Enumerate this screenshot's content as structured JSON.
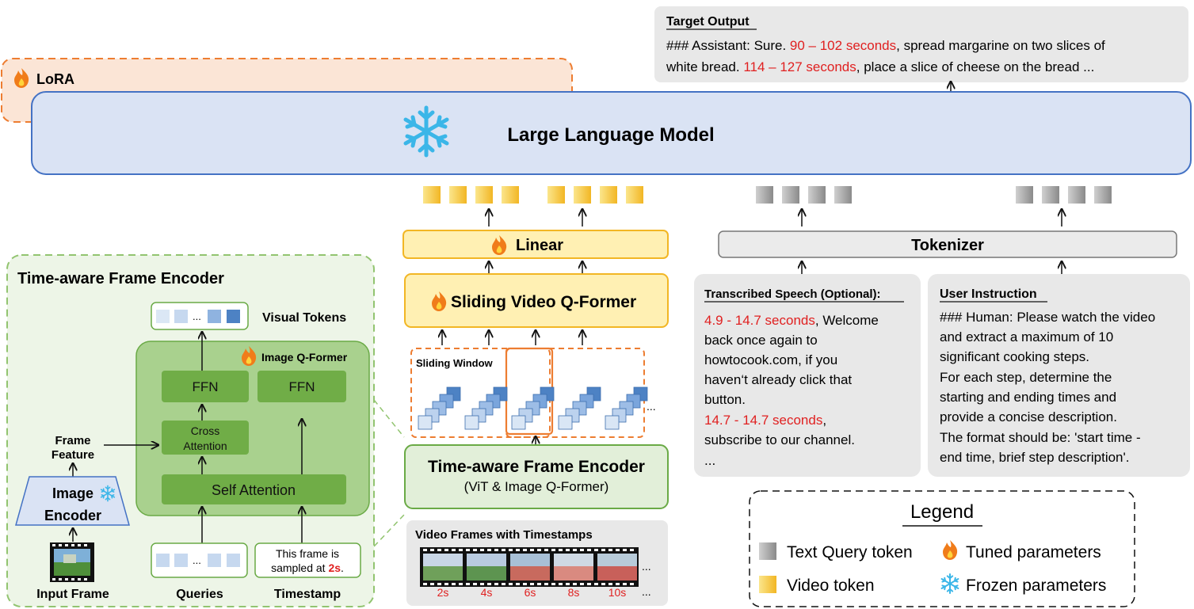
{
  "target_output": {
    "label": "Target Output",
    "prefix": "### Assistant: Sure. ",
    "seg1_time": "90 – 102 seconds",
    "seg1_text": ", spread margarine on two slices of white bread. ",
    "seg2_time": "114 – 127 seconds",
    "seg2_text": ",  place a slice of cheese on the bread ..."
  },
  "lora_label": "LoRA",
  "llm_label": "Large Language Model",
  "linear_label": "Linear",
  "sliding_qformer_label": "Sliding Video Q-Former",
  "sliding_window_label": "Sliding Window",
  "ellipsis": "...",
  "tafe_main": {
    "title": "Time-aware Frame Encoder",
    "subtitle": "(ViT & Image Q-Former)"
  },
  "video_frames": {
    "label": "Video Frames with Timestamps",
    "timestamps": [
      "2s",
      "4s",
      "6s",
      "8s",
      "10s"
    ]
  },
  "tokenizer_label": "Tokenizer",
  "transcribed_speech": {
    "label": "Transcribed Speech (Optional):",
    "seg1_time": "4.9 - 14.7 seconds",
    "seg1_text": ", Welcome back once again to howtocook.com, if you haven‘t already click that button.",
    "seg2_time": "14.7 - 14.7 seconds",
    "seg2_text": ",",
    "seg2_tail": "subscribe to our channel.",
    "tail": "..."
  },
  "user_instruction": {
    "label": "User Instruction",
    "lines": [
      "### Human: Please watch the video",
      "and extract a maximum of 10",
      "significant cooking steps.",
      "For each step, determine the",
      "starting and ending times and",
      "provide a concise description.",
      "The format should be: 'start time -",
      "end time, brief step description'."
    ]
  },
  "legend": {
    "title": "Legend",
    "text_query": "Text Query token",
    "video_token": "Video token",
    "tuned": "Tuned parameters",
    "frozen": "Frozen parameters"
  },
  "tafe_detail": {
    "title": "Time-aware Frame Encoder",
    "visual_tokens": "Visual Tokens",
    "image_qformer": "Image Q-Former",
    "ffn": "FFN",
    "cross_attention_1": "Cross",
    "cross_attention_2": "Attention",
    "self_attention": "Self Attention",
    "frame_feature_1": "Frame",
    "frame_feature_2": "Feature",
    "image_encoder_1": "Image",
    "image_encoder_2": "Encoder",
    "input_frame": "Input Frame",
    "queries": "Queries",
    "timestamp": "Timestamp",
    "timestamp_text_1": "This frame is",
    "timestamp_text_2": "sampled at ",
    "timestamp_value": "2s",
    "timestamp_suffix": "."
  },
  "colors": {
    "llm_fill": "#dae3f4",
    "llm_border": "#4472c4",
    "lora_fill": "#fbe5d6",
    "lora_border": "#ed7d31",
    "green_fill": "#e2efd9",
    "green_dark": "#6aaa46",
    "yellow_fill": "#fff0b3",
    "yellow_border": "#f2b624",
    "gray_fill": "#e8e8e8",
    "accent_red": "#e02020",
    "snow": "#3bb6e8"
  }
}
